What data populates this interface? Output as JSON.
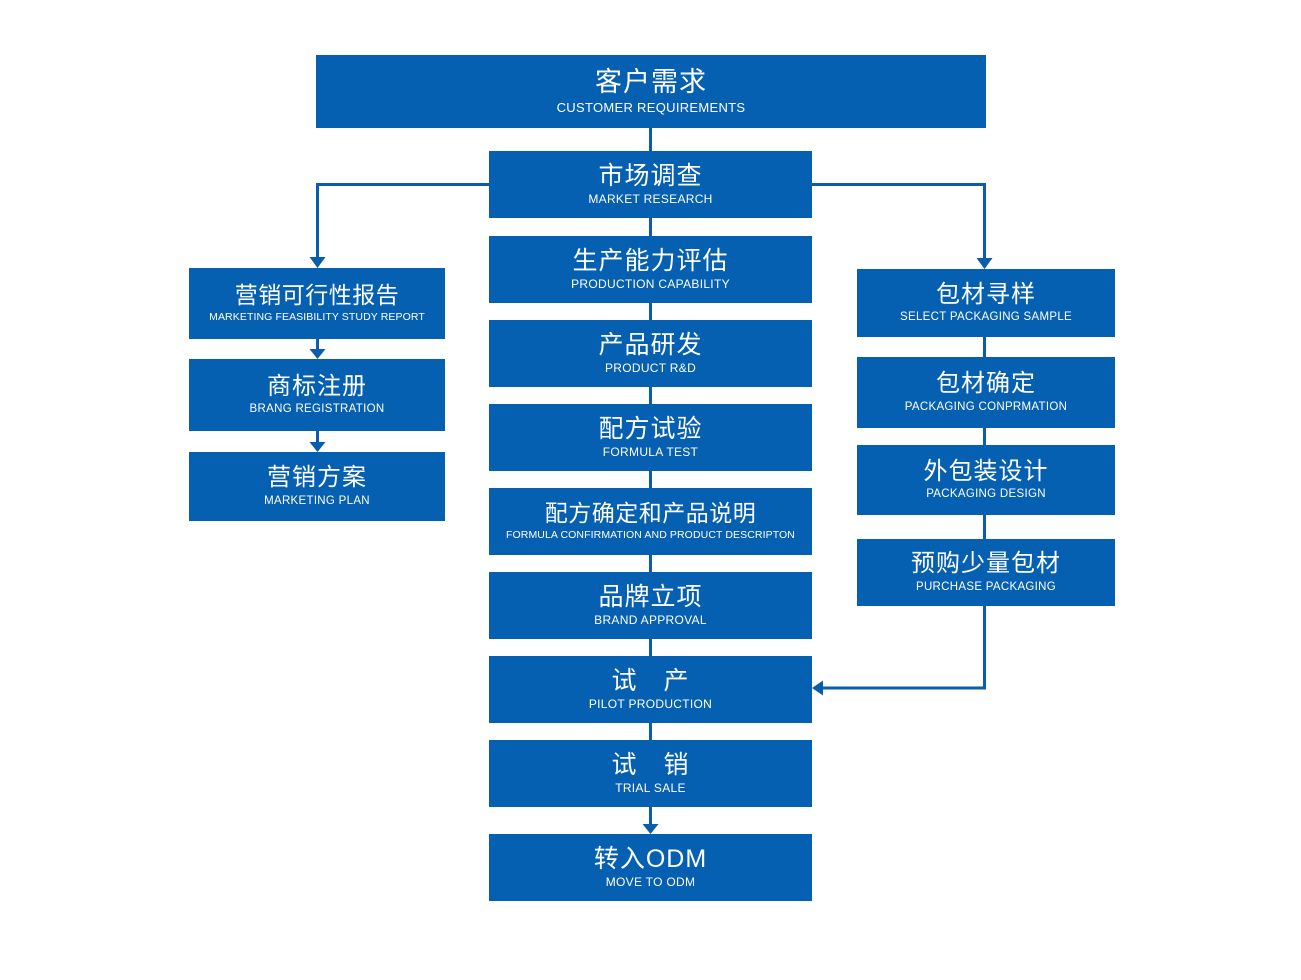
{
  "colors": {
    "box_fill": "#0660B2",
    "connector": "#0A5DAD",
    "text": "#FFFFFF",
    "background": "#FFFFFF"
  },
  "nodes": {
    "customer_requirements": {
      "title": "客户需求",
      "subtitle": "CUSTOMER REQUIREMENTS"
    },
    "market_research": {
      "title": "市场调查",
      "subtitle": "MARKET RESEARCH"
    },
    "production_capability": {
      "title": "生产能力评估",
      "subtitle": "PRODUCTION CAPABILITY"
    },
    "product_rd": {
      "title": "产品研发",
      "subtitle": "PRODUCT R&D"
    },
    "formula_test": {
      "title": "配方试验",
      "subtitle": "FORMULA TEST"
    },
    "formula_confirmation": {
      "title": "配方确定和产品说明",
      "subtitle": "FORMULA CONFIRMATION AND PRODUCT DESCRIPTON"
    },
    "brand_approval": {
      "title": "品牌立项",
      "subtitle": "BRAND APPROVAL"
    },
    "pilot_production": {
      "title": "试　产",
      "subtitle": "PILOT PRODUCTION"
    },
    "trial_sale": {
      "title": "试　销",
      "subtitle": "TRIAL SALE"
    },
    "move_to_odm": {
      "title": "转入ODM",
      "subtitle": "MOVE TO ODM"
    },
    "marketing_feasibility": {
      "title": "营销可行性报告",
      "subtitle": "MARKETING FEASIBILITY STUDY REPORT"
    },
    "brand_registration": {
      "title": "商标注册",
      "subtitle": "BRANG REGISTRATION"
    },
    "marketing_plan": {
      "title": "营销方案",
      "subtitle": "MARKETING PLAN"
    },
    "select_packaging_sample": {
      "title": "包材寻样",
      "subtitle": "SELECT PACKAGING SAMPLE"
    },
    "packaging_confirmation": {
      "title": "包材确定",
      "subtitle": "PACKAGING CONPRMATION"
    },
    "packaging_design": {
      "title": "外包装设计",
      "subtitle": "PACKAGING DESIGN"
    },
    "purchase_packaging": {
      "title": "预购少量包材",
      "subtitle": "PURCHASE PACKAGING"
    }
  }
}
